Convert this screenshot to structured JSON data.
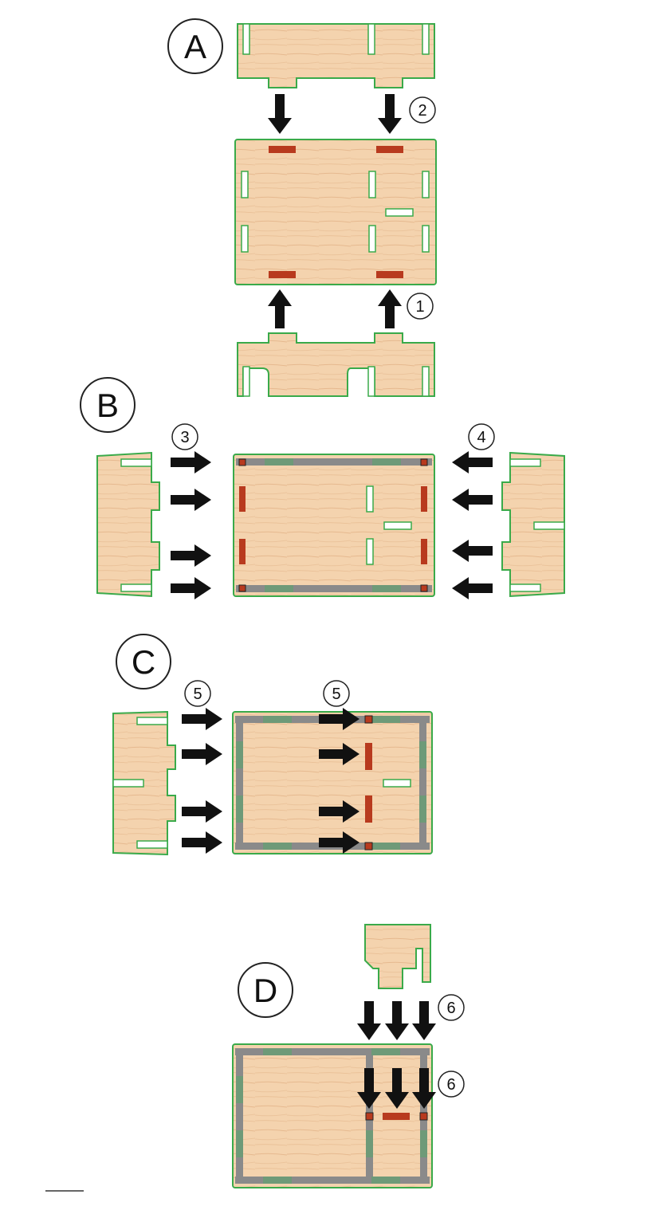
{
  "steps": [
    {
      "id": "A",
      "label": "A",
      "markers": [
        "2",
        "1"
      ]
    },
    {
      "id": "B",
      "label": "B",
      "markers": [
        "3",
        "4"
      ]
    },
    {
      "id": "C",
      "label": "C",
      "markers": [
        "5",
        "5"
      ]
    },
    {
      "id": "D",
      "label": "D",
      "markers": [
        "6",
        "6"
      ]
    }
  ],
  "colors": {
    "wood": "#f4d3ae",
    "wood_grain": "#e6b98f",
    "edge": "#3aaa4a",
    "slot": "#ffffff",
    "inserted": "#b83a1e",
    "rail": "#8a8a8a",
    "rail_joint": "#6e9a78",
    "arrow": "#111111"
  }
}
